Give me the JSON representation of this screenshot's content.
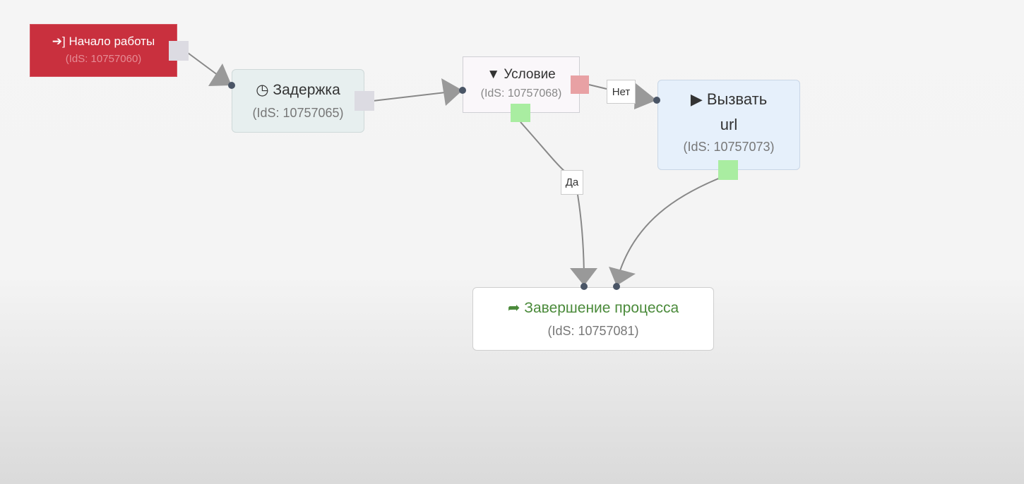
{
  "nodes": {
    "start": {
      "icon": "sign-in-icon",
      "title": "Начало работы",
      "ids": "(IdS: 10757060)",
      "color": "#c9303e"
    },
    "delay": {
      "icon": "clock-icon",
      "title": "Задержка",
      "ids": "(IdS: 10757065)"
    },
    "condition": {
      "icon": "filter-icon",
      "title": "Условие",
      "ids": "(IdS: 10757068)"
    },
    "call_url": {
      "icon": "play-icon",
      "title": "Вызвать",
      "title2": "url",
      "ids": "(IdS: 10757073)"
    },
    "end": {
      "icon": "sign-out-icon",
      "title": "Завершение процесса",
      "ids": "(IdS: 10757081)",
      "color": "#4a8a3a"
    }
  },
  "edge_labels": {
    "no": "Нет",
    "yes": "Да"
  }
}
